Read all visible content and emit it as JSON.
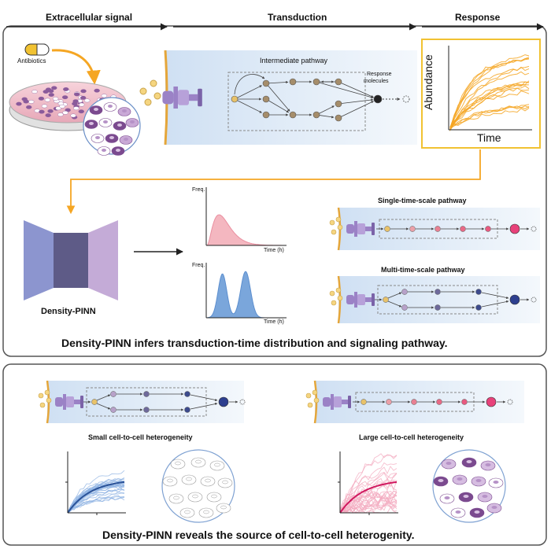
{
  "headers": {
    "signal": "Extracellular signal",
    "transduction": "Transduction",
    "response": "Response"
  },
  "labels": {
    "antibiotics": "Antibiotics",
    "intermediate": "Intermediate pathway",
    "response_molecules_1": "Response",
    "response_molecules_2": "molecules",
    "abundance": "Abundance",
    "time": "Time",
    "freq": "Freq.",
    "time_h": "Time (h)",
    "model": "Density-PINN",
    "single": "Single-time-scale pathway",
    "multi": "Multi-time-scale pathway",
    "small_het": "Small cell-to-cell heterogeneity",
    "large_het": "Large cell-to-cell heterogeneity"
  },
  "captions": {
    "top": "Density-PINN infers transduction-time distribution and signaling pathway.",
    "bottom": "Density-PINN reveals the source of cell-to-cell heterogenity."
  },
  "colors": {
    "orange": "#f5a623",
    "blue_band": "#dce8f5",
    "purple": "#9b82c6",
    "pink": "#e8417a",
    "navy": "#2d3f8f",
    "pink_dist": "#f4b3bd",
    "blue_dist": "#6f9fd8"
  }
}
